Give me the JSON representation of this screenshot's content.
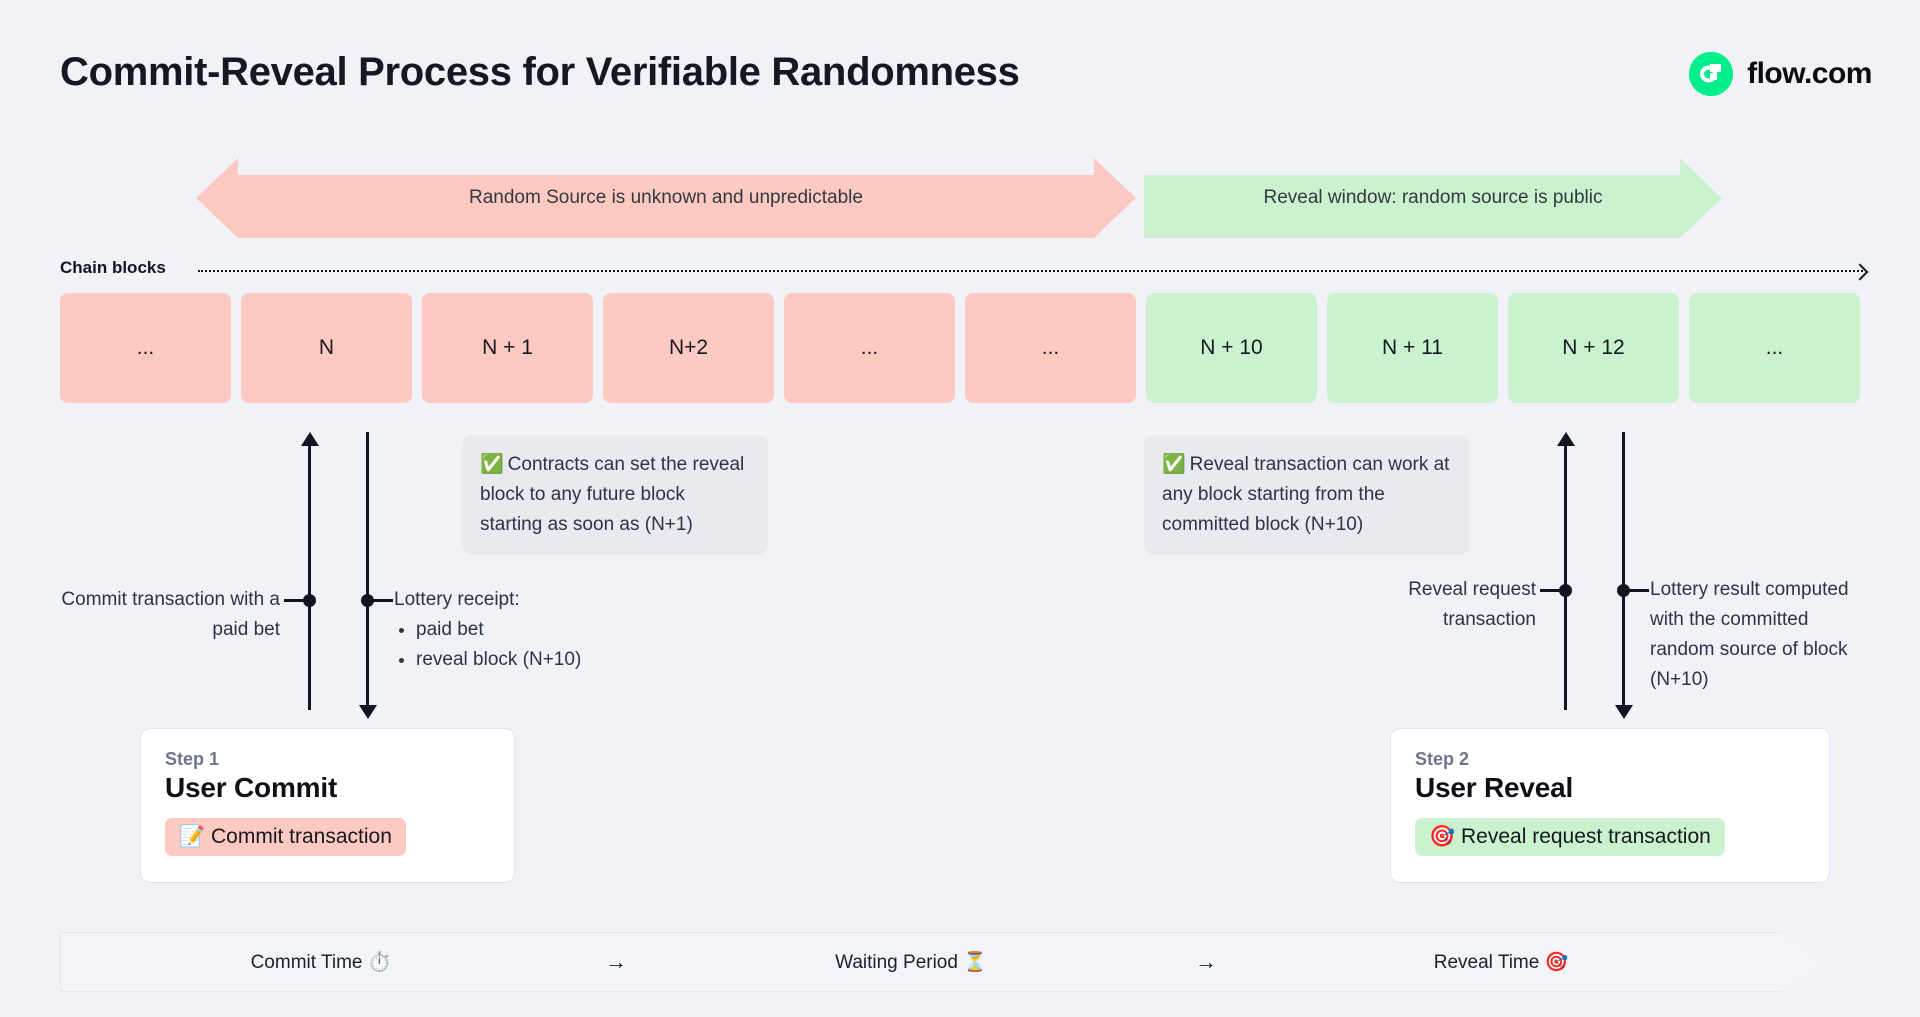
{
  "header": {
    "title": "Commit-Reveal Process for Verifiable Randomness",
    "brand_name": "flow.com",
    "brand_color": "#00ef8b"
  },
  "phases": [
    {
      "label": "Random Source is unknown and unpredictable",
      "color": "#fdc9c1",
      "arrow": "double"
    },
    {
      "label": "Reveal window: random source is public",
      "color": "#cbf2ce",
      "arrow": "right"
    }
  ],
  "chain": {
    "label": "Chain blocks",
    "blocks": [
      {
        "label": "...",
        "state": "pink"
      },
      {
        "label": "N",
        "state": "pink"
      },
      {
        "label": "N + 1",
        "state": "pink"
      },
      {
        "label": "N+2",
        "state": "pink"
      },
      {
        "label": "...",
        "state": "pink"
      },
      {
        "label": "...",
        "state": "pink"
      },
      {
        "label": "N + 10",
        "state": "green"
      },
      {
        "label": "N + 11",
        "state": "green"
      },
      {
        "label": "N + 12",
        "state": "green"
      },
      {
        "label": "...",
        "state": "green"
      }
    ]
  },
  "tips": [
    {
      "icon": "✅",
      "text": "Contracts can set the reveal block to any future block starting as soon as (N+1)"
    },
    {
      "icon": "✅",
      "text": "Reveal transaction can work at any block starting from the committed block (N+10)"
    }
  ],
  "annotations": {
    "commit_tx": "Commit transaction with a paid bet",
    "lottery_receipt_title": "Lottery receipt:",
    "lottery_receipt_items": [
      "paid bet",
      "reveal block (N+10)"
    ],
    "reveal_request": "Reveal request transaction",
    "lottery_result": "Lottery result computed with the committed random source of block (N+10)"
  },
  "cards": [
    {
      "step": "Step 1",
      "title": "User Commit",
      "chip_icon": "📝",
      "chip_label": "Commit transaction",
      "chip_color": "#fdc9c1"
    },
    {
      "step": "Step 2",
      "title": "User Reveal",
      "chip_icon": "🎯",
      "chip_label": "Reveal request transaction",
      "chip_color": "#cbf2ce"
    }
  ],
  "timeline": {
    "segments": [
      {
        "label": "Commit Time ⏱️"
      },
      {
        "label": "Waiting Period ⏳"
      },
      {
        "label": "Reveal Time 🎯"
      }
    ],
    "arrow": "→"
  }
}
